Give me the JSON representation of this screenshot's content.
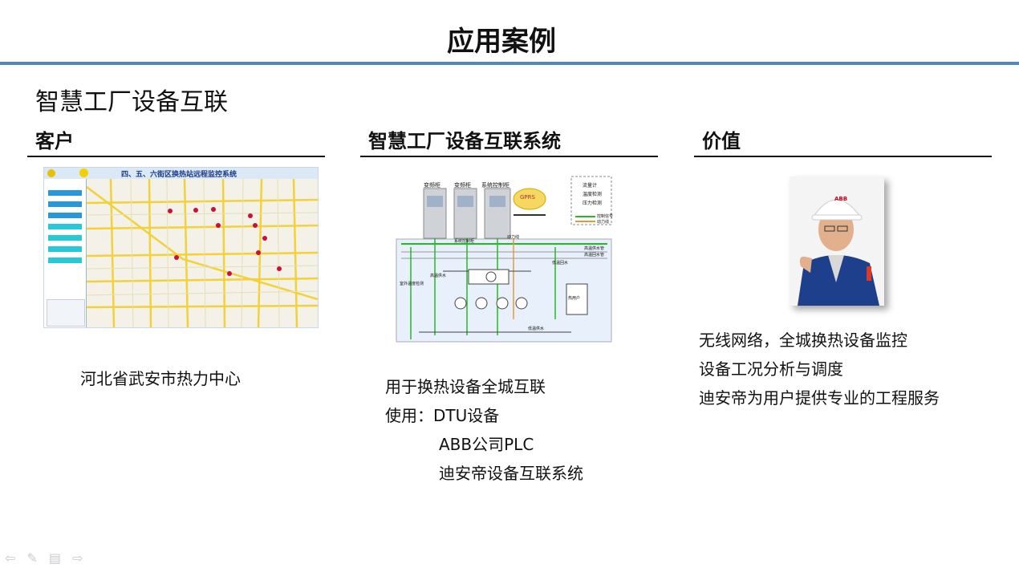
{
  "slide": {
    "title": "应用案例",
    "subtitle": "智慧工厂设备互联"
  },
  "columns": [
    {
      "heading": "客户",
      "lines": [
        "河北省武安市热力中心"
      ]
    },
    {
      "heading": "智慧工厂设备互联系统",
      "lines": [
        "用于换热设备全城互联",
        "使用：DTU设备",
        "ABB公司PLC",
        "迪安帝设备互联系统"
      ]
    },
    {
      "heading": "价值",
      "lines": [
        "无线网络，全城换热设备监控",
        "设备工况分析与调度",
        "迪安帝为用户提供专业的工程服务"
      ]
    }
  ],
  "map_screenshot": {
    "header": "四、五、六街区换热站远程监控系统"
  },
  "diagram": {
    "cabinets": [
      "变频柜",
      "变频柜",
      "系统控制柜"
    ],
    "gprs": "GPRS",
    "legend": [
      "流量计",
      "温度检测",
      "压力检测",
      "控制信号",
      "动力线"
    ],
    "labels": [
      "高温供水管",
      "高温回水管",
      "低温回水",
      "低温供水",
      "热用户",
      "室外温度检测",
      "高温供水",
      "动力线",
      "系统控制柜"
    ]
  },
  "nav_icons": [
    "prev-icon",
    "pen-icon",
    "menu-icon",
    "next-icon"
  ],
  "colors": {
    "accent": "#4f86c6"
  }
}
